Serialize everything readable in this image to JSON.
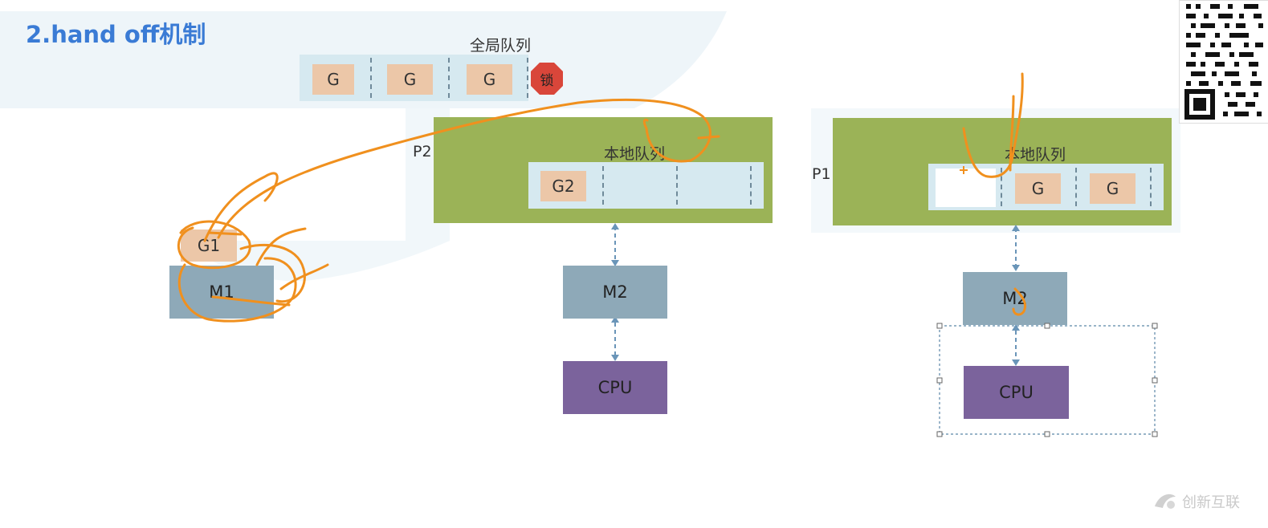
{
  "slide": {
    "title": "2.hand off机制",
    "global_queue": {
      "label": "全局队列",
      "items": [
        "G",
        "G",
        "G"
      ],
      "lock_label": "锁"
    },
    "left_scene": {
      "p_label": "P2",
      "local_queue_label": "本地队列",
      "local_items": [
        "G2"
      ],
      "m_label": "M2",
      "cpu_label": "CPU",
      "detached_g": "G1",
      "detached_m": "M1"
    },
    "right_scene": {
      "p_label": "P1",
      "local_queue_label": "本地队列",
      "local_items": [
        "G",
        "G"
      ],
      "m_label": "M2",
      "cpu_label": "CPU"
    },
    "watermark": "创新互联"
  },
  "colors": {
    "title": "#3a7bd5",
    "processor": "#9bb357",
    "machine": "#8ea9b8",
    "cpu": "#7b639c",
    "goroutine": "#ecc7a8",
    "queue": "#d6e9f0",
    "lock": "#d9463a",
    "annotation": "#f0901e"
  }
}
